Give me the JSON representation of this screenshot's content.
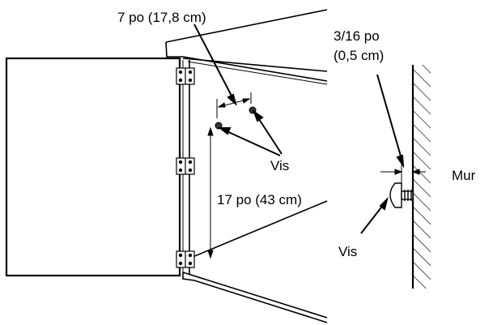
{
  "diagram": {
    "labels": {
      "spacing_horizontal": "7 po (17,8 cm)",
      "spacing_vertical": "17 po (43 cm)",
      "screw_head_gap_line1": "3/16 po",
      "screw_head_gap_line2": "(0,5 cm)",
      "screws_cabinet": "Vis",
      "screw_wall": "Vis",
      "wall": "Mur"
    }
  }
}
